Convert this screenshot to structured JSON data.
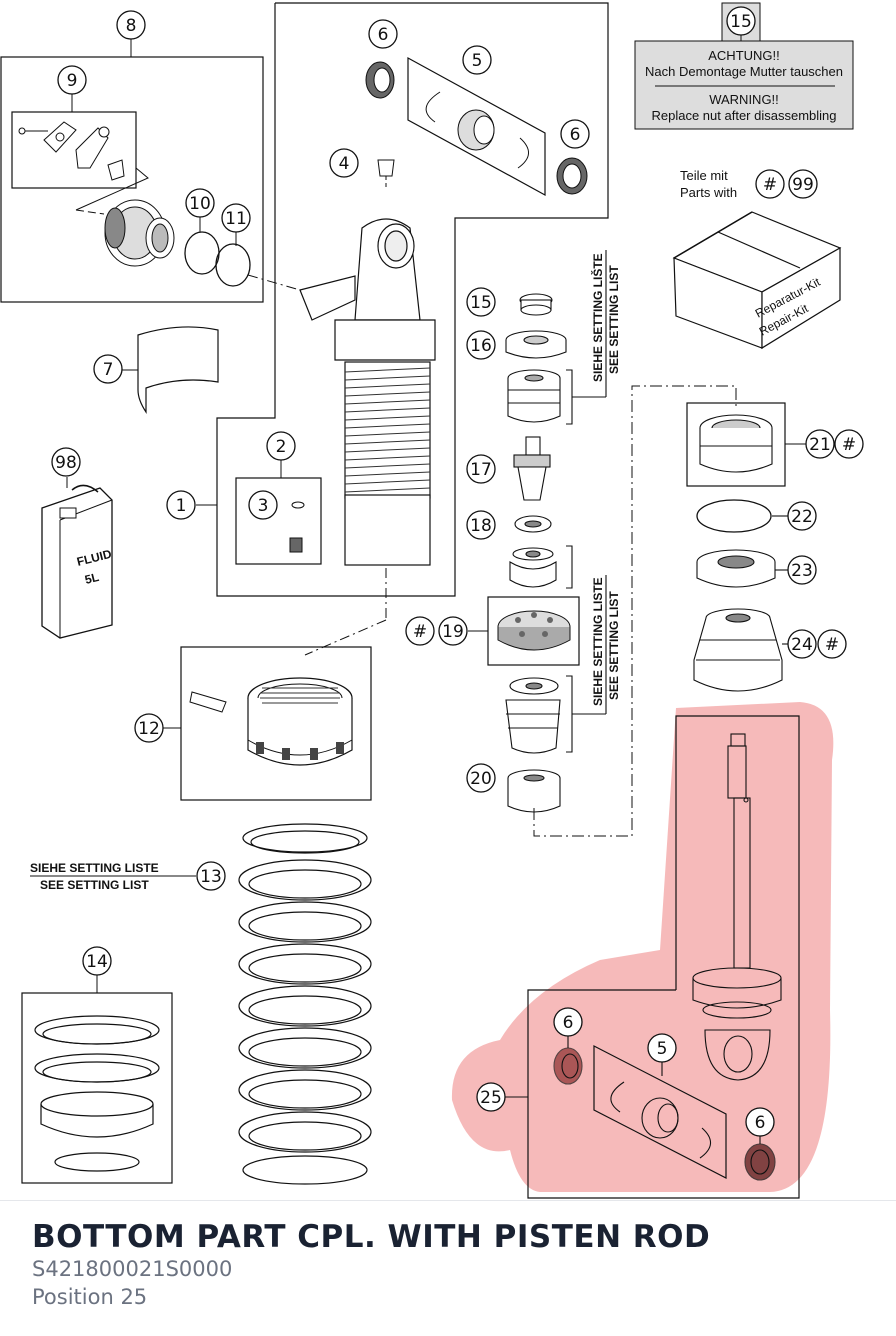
{
  "labels": {
    "p1": "1",
    "p2": "2",
    "p3": "3",
    "p4": "4",
    "p5a": "5",
    "p5b": "5",
    "p6a": "6",
    "p6b": "6",
    "p6c": "6",
    "p6d": "6",
    "p7": "7",
    "p8": "8",
    "p9": "9",
    "p10": "10",
    "p11": "11",
    "p12": "12",
    "p13": "13",
    "p14": "14",
    "p15a": "15",
    "p15b": "15",
    "p16": "16",
    "p17": "17",
    "p18": "18",
    "p19": "19",
    "p20": "20",
    "p21": "21",
    "p22": "22",
    "p23": "23",
    "p24": "24",
    "p25": "25",
    "p98": "98",
    "p99": "99",
    "hash": "#"
  },
  "warning": {
    "line1": "ACHTUNG!!",
    "line2": "Nach Demontage Mutter tauschen",
    "line3": "WARNING!!",
    "line4": "Replace nut after disassembling"
  },
  "parts_with": {
    "de": "Teile mit",
    "en": "Parts with"
  },
  "kit_label": {
    "line1": "Reparatur-Kit",
    "line2": "Repair-Kit"
  },
  "fluid": {
    "line1": "FLUID",
    "line2": "5L"
  },
  "setting": {
    "de_vertical": "SIEHE SETTING LISTE",
    "de_vertical_a": "SIEHE SETTING LIŠTE",
    "en_vertical": "SEE SETTING LIST",
    "de": "SIEHE SETTING LISTE",
    "en": "SEE SETTING LIST"
  },
  "footer": {
    "title": "BOTTOM PART CPL. WITH PISTEN ROD",
    "code": "S421800021S0000",
    "position": "Position 25"
  },
  "colors": {
    "highlight": "#f08f8f",
    "line": "#111111",
    "footer_title": "#1a2232",
    "footer_sub": "#6b7280"
  }
}
